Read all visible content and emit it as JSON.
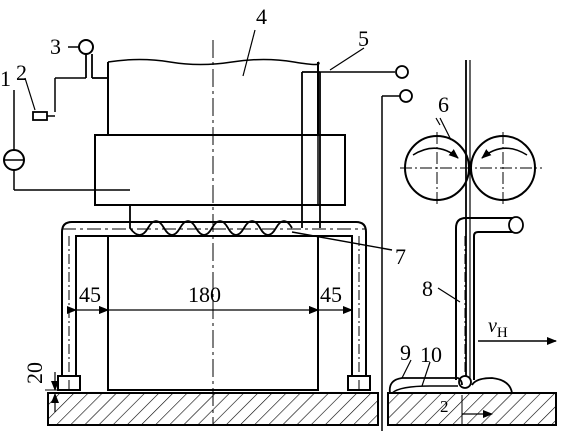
{
  "callouts": {
    "c1": "1",
    "c2": "2",
    "c3": "3",
    "c4": "4",
    "c5": "5",
    "c6": "6",
    "c7": "7",
    "c8": "8",
    "c9": "9",
    "c10": "10"
  },
  "dimensions": {
    "gap_left": "45",
    "inner_width": "180",
    "gap_right": "45",
    "clearance": "20",
    "right_gap": "2"
  },
  "velocity": {
    "symbol": "v",
    "subscript": "H"
  }
}
